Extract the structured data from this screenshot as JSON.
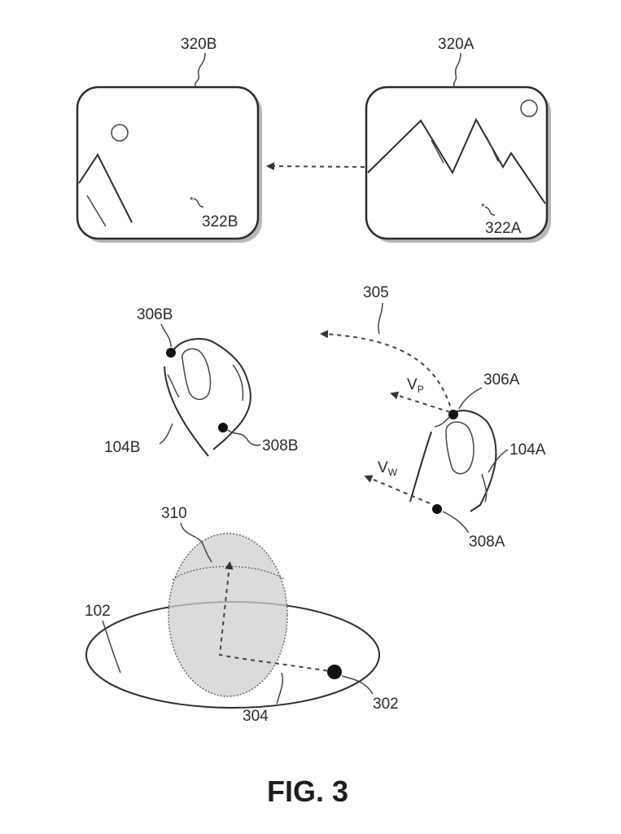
{
  "labels": {
    "display_b": "320B",
    "display_a": "320A",
    "marker_b": "322B",
    "marker_a": "322A",
    "path_305": "305",
    "point_306b": "306B",
    "point_306a": "306A",
    "device_104b": "104B",
    "device_104a": "104A",
    "point_308b": "308B",
    "point_308a": "308A",
    "vp_main": "V",
    "vp_sub": "P",
    "vw_main": "V",
    "vw_sub": "W",
    "region_310": "310",
    "surface_102": "102",
    "path_304": "304",
    "point_302": "302"
  },
  "caption": "FIG. 3",
  "colors": {
    "line": "#2c2c2c",
    "region_fill": "#cfcfcf",
    "frame_shadow": "#b8b8b8"
  }
}
